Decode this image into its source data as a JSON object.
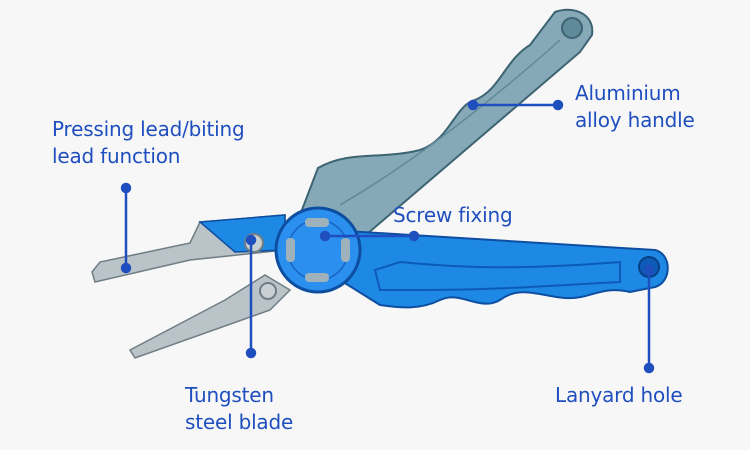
{
  "colors": {
    "accent": "#1f4fbf",
    "blue_handle": "#1e88e5",
    "gray_handle": "#7fa3b3",
    "background": "#f7f7f7"
  },
  "labels": {
    "pressing": [
      "Pressing lead/biting",
      "lead function"
    ],
    "handle": [
      "Aluminium",
      "alloy handle"
    ],
    "screw": "Screw fixing",
    "blade": [
      "Tungsten",
      "steel blade"
    ],
    "lanyard": "Lanyard hole"
  }
}
